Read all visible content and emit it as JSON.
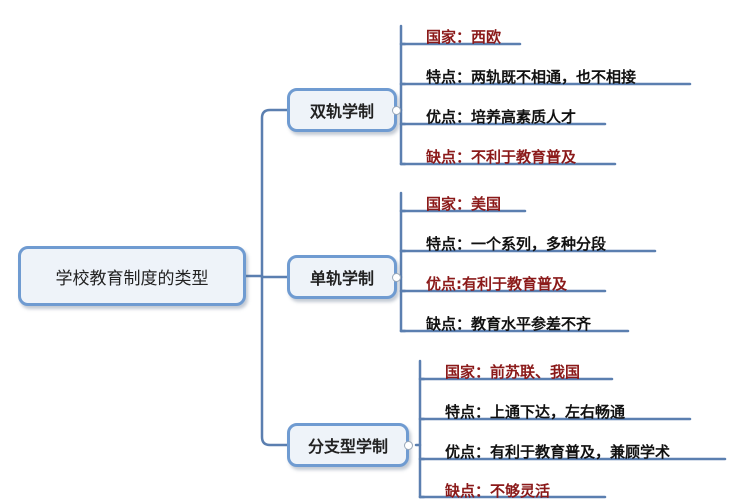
{
  "root": {
    "label": "学校教育制度的类型"
  },
  "branches": [
    {
      "label": "双轨学制",
      "items": [
        {
          "text": "国家：西欧",
          "color": "#8b1a1a"
        },
        {
          "text": "特点：两轨既不相通，也不相接",
          "color": "#111111"
        },
        {
          "text": "优点：培养高素质人才",
          "color": "#111111"
        },
        {
          "text": "缺点：不利于教育普及",
          "color": "#8b1a1a"
        }
      ]
    },
    {
      "label": "单轨学制",
      "items": [
        {
          "text": "国家：美国",
          "color": "#8b1a1a"
        },
        {
          "text": "特点：一个系列，多种分段",
          "color": "#111111"
        },
        {
          "text": "优点:有利于教育普及",
          "color": "#8b1a1a"
        },
        {
          "text": "缺点：教育水平参差不齐",
          "color": "#111111"
        }
      ]
    },
    {
      "label": "分支型学制",
      "items": [
        {
          "text": "国家：前苏联、我国",
          "color": "#8b1a1a"
        },
        {
          "text": "特点：上通下达，左右畅通",
          "color": "#111111"
        },
        {
          "text": "优点：有利于教育普及，兼顾学术",
          "color": "#111111"
        },
        {
          "text": "缺点：不够灵活",
          "color": "#8b1a1a"
        }
      ]
    }
  ],
  "colors": {
    "line": "#5b7fb0",
    "node_border": "#6f9bd1",
    "node_fill": "#eef3f9"
  },
  "icons": {
    "branch_toggle": "collapse-circle-icon"
  }
}
